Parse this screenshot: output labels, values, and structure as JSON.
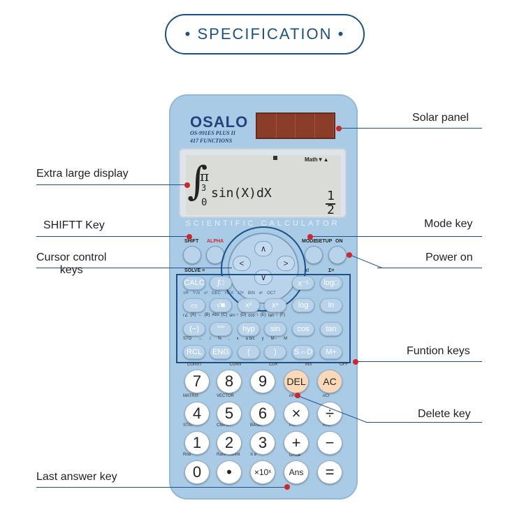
{
  "title": "• SPECIFICATION •",
  "calculator": {
    "brand": "OSALO",
    "model": "OS-991ES PLUS II",
    "functions": "417 FUNCTIONS",
    "scientific_label": "SCIENTIFIC CALCULATOR",
    "display": {
      "mode_indicator": "Math▼▲",
      "integral_symbol": "∫",
      "upper_limit": "π",
      "upper_denominator": "3",
      "lower_limit": "0",
      "expression": "sin(X)dX",
      "result_numerator": "1",
      "result_denominator": "2"
    },
    "top_labels": {
      "shift": "SHIFT",
      "alpha": "ALPHA",
      "mode": "MODE",
      "setup": "SETUP",
      "on": "ON",
      "solve": "SOLVE =",
      "x_inv": "x!",
      "sigma": "Σ="
    },
    "func_keys": [
      [
        "CALC",
        "∫□",
        "",
        "",
        "x⁻¹",
        "log□"
      ],
      [
        "▭",
        "√■",
        "x²",
        "xⁿ",
        "log",
        "ln"
      ],
      [
        "(−)",
        "°'\"",
        "hyp",
        "sin",
        "cos",
        "tan"
      ],
      [
        "RCL",
        "ENG",
        "(",
        ")",
        "S⇔D",
        "M+"
      ]
    ],
    "func_sublabels": [
      [
        "≡R",
        "Y√x",
        "x³",
        "DEC",
        "HEX",
        "10ˣ",
        "BIN",
        "eˣ",
        "OCT"
      ],
      [
        "r∠",
        "{A}",
        "←",
        "{B}",
        "Abs",
        "{C}",
        "sin⁻¹",
        "{D}",
        "cos⁻¹",
        "{E}",
        "tan⁻¹",
        "{F}"
      ],
      [
        "STO",
        "←",
        "i",
        "%",
        ",",
        "x",
        "a b/c",
        "y",
        "M−",
        "M"
      ]
    ],
    "number_labels": [
      "CONST",
      "CONV",
      "CLR",
      "INS",
      "OFF"
    ],
    "number_keys": [
      [
        "7",
        "8",
        "9",
        "DEL",
        "AC"
      ],
      [
        "4",
        "5",
        "6",
        "×",
        "÷"
      ],
      [
        "1",
        "2",
        "3",
        "+",
        "−"
      ],
      [
        "0",
        "•",
        "×10ˣ",
        "Ans",
        "="
      ]
    ],
    "number_sublabels": [
      [
        "MATRIX",
        "VECTOR",
        "",
        "nPr",
        "nCr"
      ],
      [
        "STAT",
        "CMPLX",
        "BASE",
        "Pol",
        "Rec"
      ],
      [
        "Rnd",
        "Ran# RanInt",
        "π e",
        "DRG▸",
        ""
      ]
    ]
  },
  "annotations": {
    "solar": "Solar panel",
    "display": "Extra large display",
    "shift": "SHIFTT Key",
    "cursor_line1": "Cursor control",
    "cursor_line2": "keys",
    "mode": "Mode key",
    "power": "Power on",
    "function": "Funtion keys",
    "delete": "Delete key",
    "answer": "Last answer key"
  },
  "colors": {
    "title": "#1e4f86",
    "body": "#a9cbe6",
    "dot": "#d0262b",
    "solar": "#8a3d28",
    "del_ac": "#fbd9b8"
  }
}
